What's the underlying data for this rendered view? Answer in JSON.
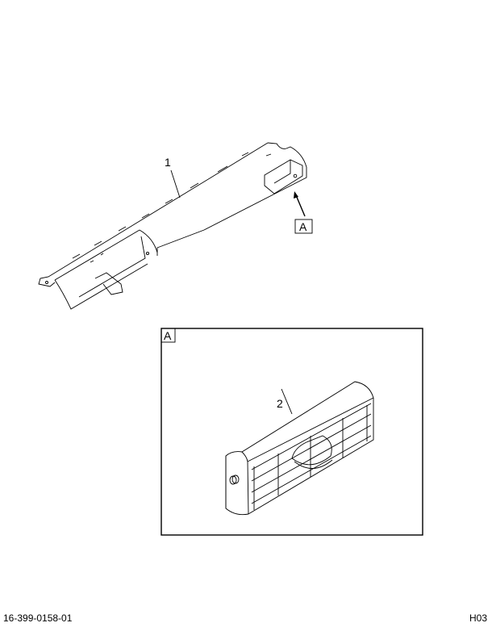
{
  "diagram": {
    "callouts": [
      {
        "number": "1",
        "part": "duct"
      },
      {
        "number": "2",
        "part": "grille"
      }
    ],
    "detail_reference": "A",
    "detail_box_label": "A"
  },
  "footer": {
    "drawing_number": "16-399-0158-01",
    "sheet_code": "H03"
  }
}
